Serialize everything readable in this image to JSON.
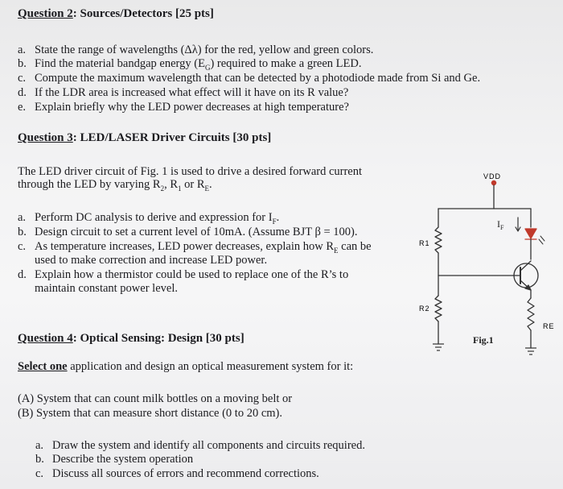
{
  "q2": {
    "title_prefix": "Question 2",
    "title_rest": ": Sources/Detectors [25 pts]",
    "items": [
      {
        "label": "a.",
        "text": "State the range of wavelengths (Δλ) for the red, yellow and green colors."
      },
      {
        "label": "b.",
        "text": "Find the material bandgap energy (E",
        "sub": "G",
        "after": ") required to make a green LED."
      },
      {
        "label": "c.",
        "text": "Compute the maximum wavelength that can be detected by a photodiode made from Si and Ge."
      },
      {
        "label": "d.",
        "text": "If the LDR area is increased what effect will it have on its R value?"
      },
      {
        "label": "e.",
        "text": "Explain briefly why the LED power decreases at high temperature?"
      }
    ]
  },
  "q3": {
    "title_prefix": "Question 3",
    "title_rest": ": LED/LASER Driver Circuits [30 pts]",
    "intro_line1": "The LED driver circuit of Fig. 1 is used to drive a desired forward current",
    "intro_line2_a": "through the LED by varying R",
    "intro_line2_s1": "2",
    "intro_line2_b": ", R",
    "intro_line2_s2": "1",
    "intro_line2_c": " or R",
    "intro_line2_s3": "E",
    "intro_line2_d": ".",
    "items": [
      {
        "label": "a.",
        "text": "Perform DC analysis to derive and expression for I",
        "sub": "F",
        "after": "."
      },
      {
        "label": "b.",
        "text": "Design circuit to set a current level of 10mA. (Assume BJT β = 100)."
      },
      {
        "label": "c.",
        "text": "As temperature increases, LED power decreases, explain how R",
        "sub": "E",
        "after": " can be"
      },
      {
        "label": "",
        "text": "used to make correction and increase LED power."
      },
      {
        "label": "d.",
        "text": "Explain how a thermistor could be used to replace one of the R’s to"
      },
      {
        "label": "",
        "text": "maintain constant power level."
      }
    ]
  },
  "circuit": {
    "vdd": "VDD",
    "r1": "R1",
    "r2": "R2",
    "re": "RE",
    "if_main": "I",
    "if_sub": "F",
    "fig": "Fig.1"
  },
  "q4": {
    "title_prefix": "Question 4",
    "title_rest": ": Optical Sensing: Design [30 pts]",
    "select_u": "Select one",
    "select_rest": " application and design an optical measurement system for it:",
    "options": [
      "(A) System that can count milk bottles on a moving belt or",
      "(B) System that can measure short distance (0 to 20 cm)."
    ],
    "items": [
      {
        "label": "a.",
        "text": "Draw the system and identify all components and circuits required."
      },
      {
        "label": "b.",
        "text": "Describe the system operation"
      },
      {
        "label": "c.",
        "text": "Discuss all sources of errors and recommend corrections."
      }
    ]
  }
}
